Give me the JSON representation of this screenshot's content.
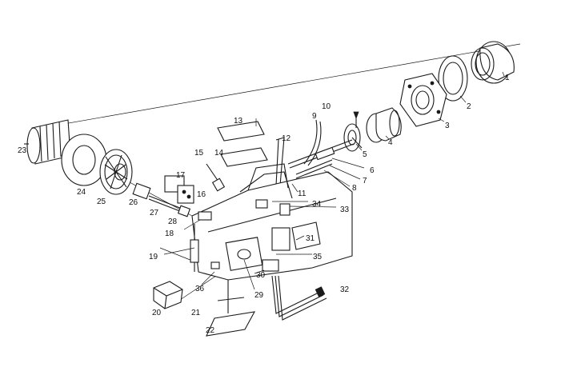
{
  "callouts": [
    "1",
    "2",
    "3",
    "4",
    "5",
    "6",
    "7",
    "8",
    "9",
    "10",
    "11",
    "12",
    "13",
    "14",
    "15",
    "16",
    "17",
    "18",
    "19",
    "20",
    "21",
    "22",
    "23",
    "24",
    "25",
    "26",
    "27",
    "28",
    "29",
    "30",
    "31",
    "32",
    "33",
    "34",
    "35",
    "36"
  ],
  "colors": {
    "line": "#1a1a1a",
    "background": "#ffffff"
  }
}
